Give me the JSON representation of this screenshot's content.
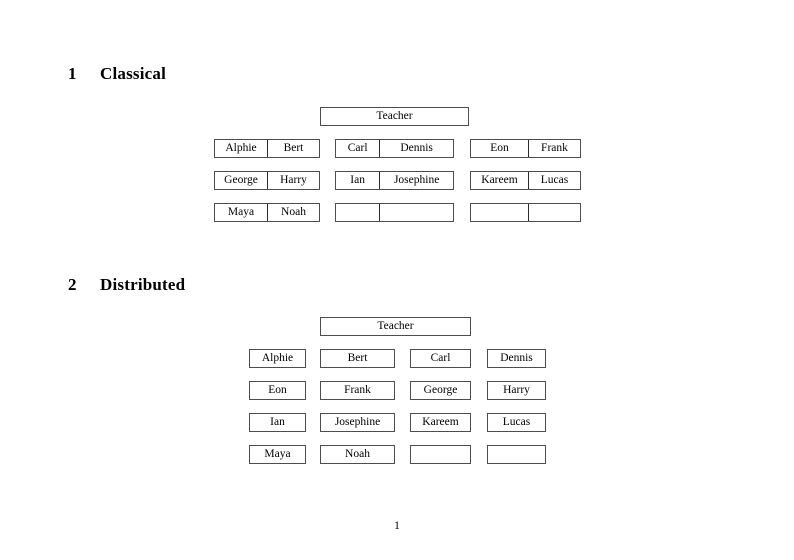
{
  "document": {
    "page_number": "1"
  },
  "sections": [
    {
      "number": "1",
      "title": "Classical",
      "teacher_label": "Teacher",
      "layout": "grouped-pairs",
      "groups": [
        {
          "name": "left-group",
          "rows": [
            {
              "cells": [
                "Alphie",
                "Bert"
              ]
            },
            {
              "cells": [
                "George",
                "Harry"
              ]
            },
            {
              "cells": [
                "Maya",
                "Noah"
              ]
            }
          ]
        },
        {
          "name": "middle-group",
          "rows": [
            {
              "cells": [
                "Carl",
                "Dennis"
              ]
            },
            {
              "cells": [
                "Ian",
                "Josephine"
              ]
            },
            {
              "cells": [
                "",
                ""
              ]
            }
          ]
        },
        {
          "name": "right-group",
          "rows": [
            {
              "cells": [
                "Eon",
                "Frank"
              ]
            },
            {
              "cells": [
                "Kareem",
                "Lucas"
              ]
            },
            {
              "cells": [
                "",
                ""
              ]
            }
          ]
        }
      ]
    },
    {
      "number": "2",
      "title": "Distributed",
      "teacher_label": "Teacher",
      "layout": "separate-boxes",
      "rows": [
        {
          "cells": [
            "Alphie",
            "Bert",
            "Carl",
            "Dennis"
          ]
        },
        {
          "cells": [
            "Eon",
            "Frank",
            "George",
            "Harry"
          ]
        },
        {
          "cells": [
            "Ian",
            "Josephine",
            "Kareem",
            "Lucas"
          ]
        },
        {
          "cells": [
            "Maya",
            "Noah",
            "",
            ""
          ]
        }
      ]
    }
  ],
  "colors": {
    "page_background": "#ffffff",
    "text": "#000000",
    "box_border": "#4d4d4d",
    "cell_divider": "#2b2b2b"
  }
}
